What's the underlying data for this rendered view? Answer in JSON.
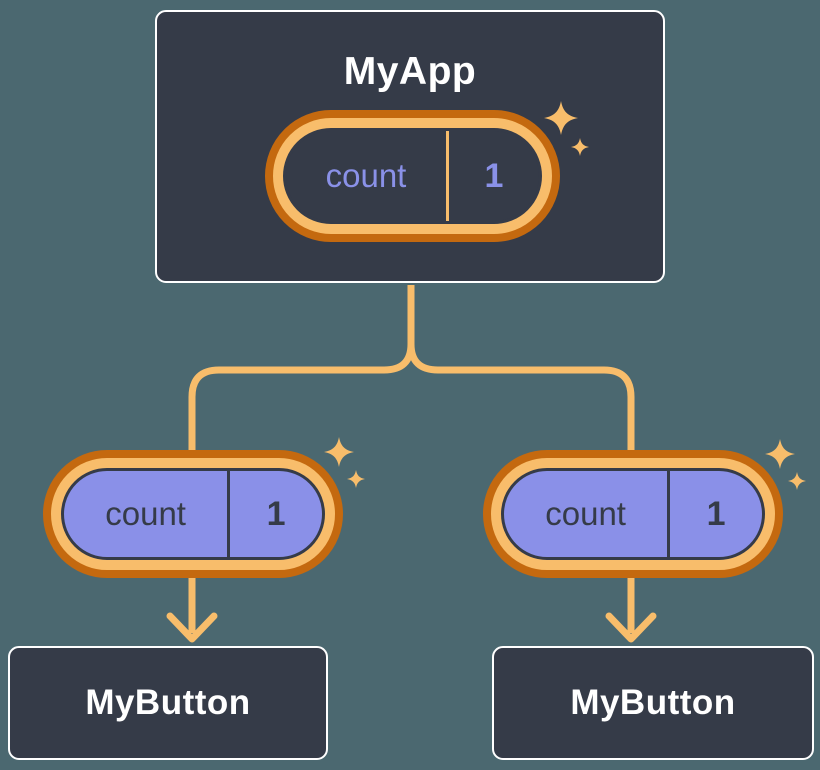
{
  "root_node": {
    "title": "MyApp",
    "state_name": "count",
    "state_value": "1"
  },
  "child_nodes": [
    {
      "title": "MyButton",
      "state_name": "count",
      "state_value": "1"
    },
    {
      "title": "MyButton",
      "state_name": "count",
      "state_value": "1"
    }
  ],
  "colors": {
    "background": "#4B6870",
    "node_fill": "#353B48",
    "node_border": "#FFFFFF",
    "node_text": "#FFFFFF",
    "pill_purple": "#8A90E8",
    "ink_dark": "#353B48",
    "text_periwinkle": "#8A91E8",
    "amber": "#F8BD6B",
    "orange": "#C4690F",
    "connector": "#F8BD6B"
  }
}
